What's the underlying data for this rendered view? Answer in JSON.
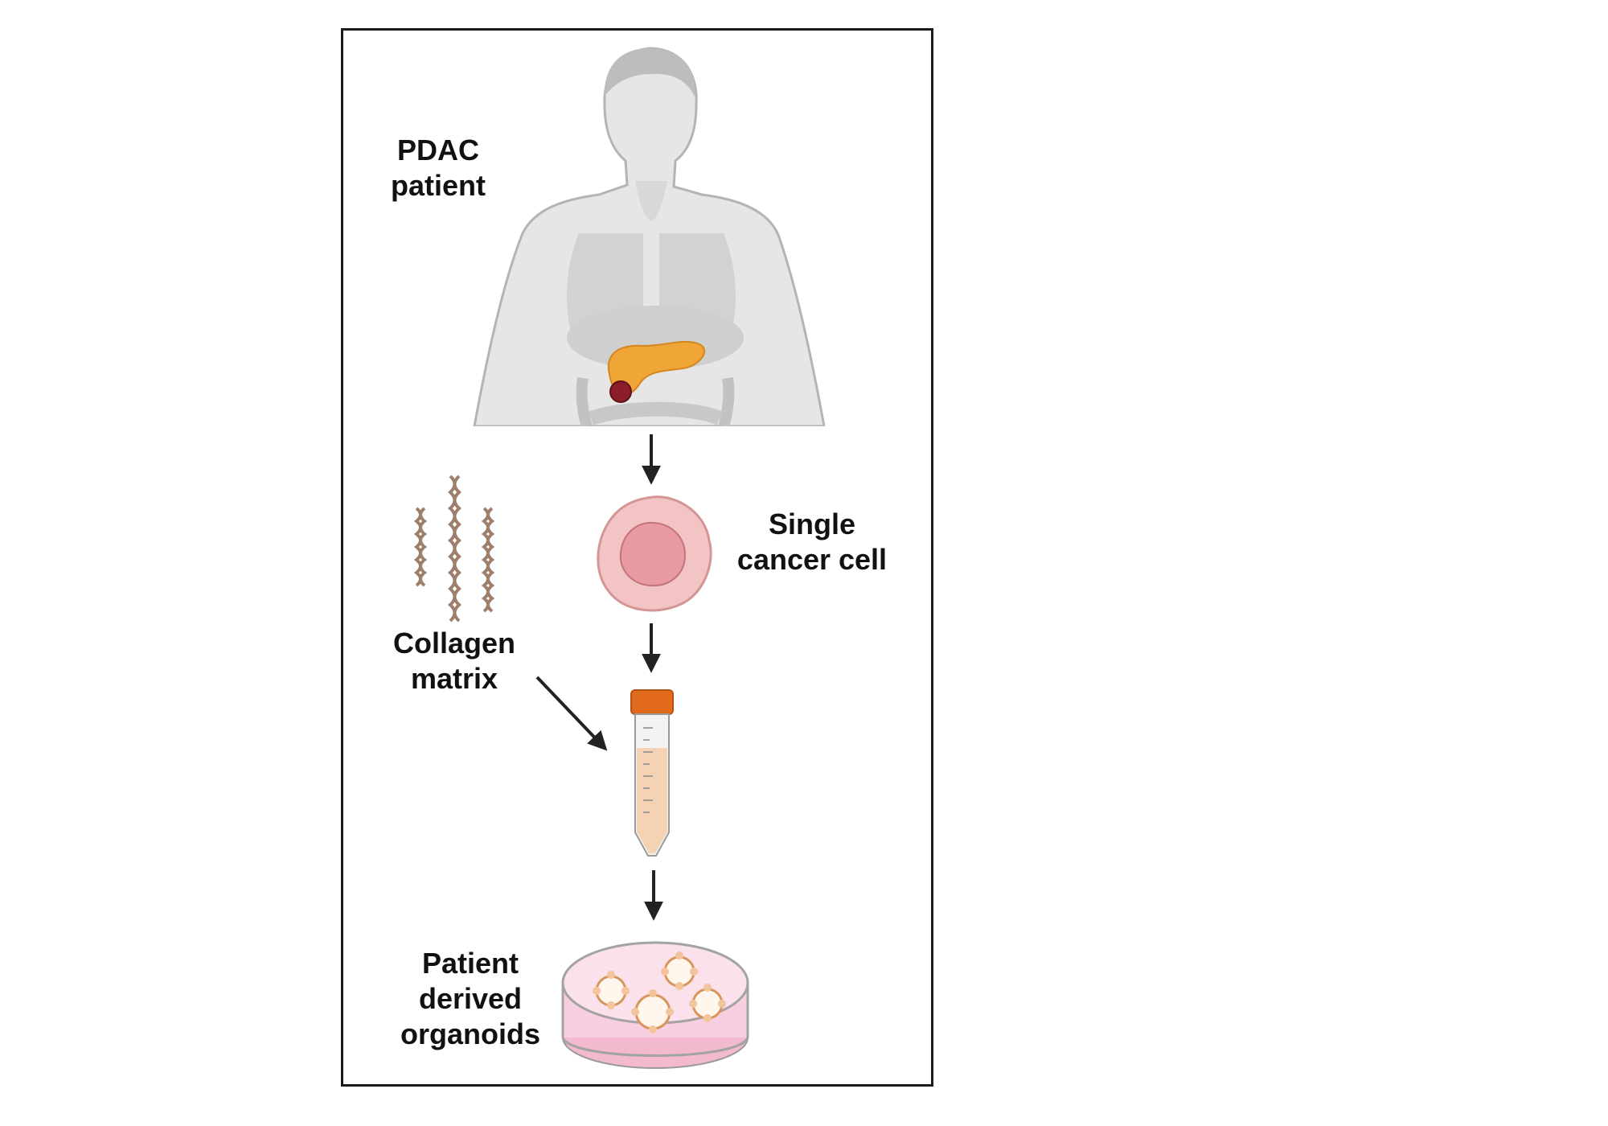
{
  "labels": {
    "patient": [
      "PDAC",
      "patient"
    ],
    "cell": [
      "Single",
      "cancer cell"
    ],
    "collagen": [
      "Collagen",
      "matrix"
    ],
    "organoids": [
      "Patient",
      "derived",
      "organoids"
    ]
  },
  "colors": {
    "frame": "#1a1a1a",
    "body": "#e6e6e6",
    "body_outline": "#b4b4b4",
    "pancreas": "#f0a636",
    "tumor": "#8c1e2a",
    "cell_outer": "#f3c4c4",
    "cell_nucleus": "#e79aa2",
    "collagen": "#9e7f6b",
    "tube_cap": "#e26a1c",
    "tube_liquid": "#f6d2b4",
    "dish_medium": "#f8cfe0",
    "organoid": "#f2c49c",
    "arrow": "#222222"
  },
  "icons": [
    "human-body-icon",
    "pancreas-tumor-icon",
    "cancer-cell-icon",
    "collagen-fiber-icon",
    "centrifuge-tube-icon",
    "petri-dish-icon",
    "organoid-icon",
    "arrow-icon"
  ]
}
